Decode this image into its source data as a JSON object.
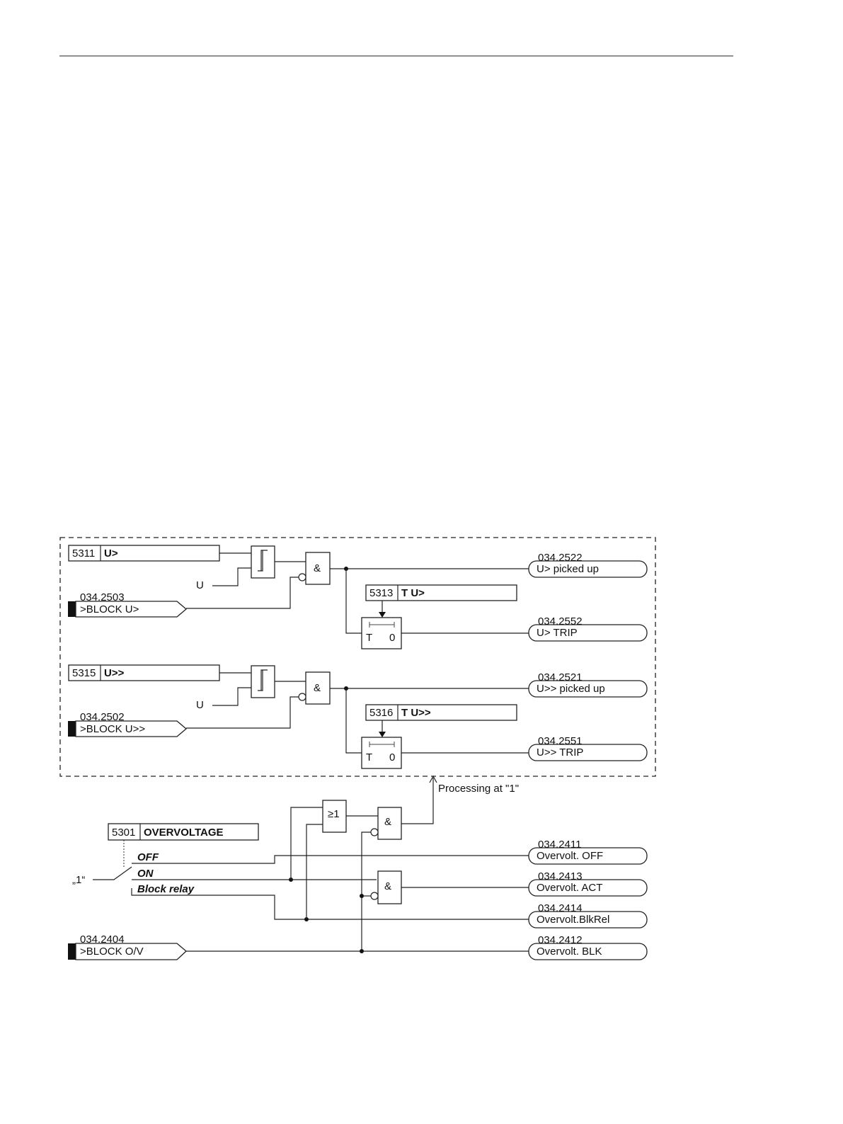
{
  "stage1": {
    "param_id": "5311",
    "param_name": "U>",
    "input_u": "U",
    "block_id": "034.2503",
    "block_label": ">BLOCK U>",
    "gate": "&",
    "timer_id": "5313",
    "timer_name": "T U>",
    "timer_t": "T",
    "timer_0": "0",
    "out_pickup_id": "034.2522",
    "out_pickup_label": "U> picked up",
    "out_trip_id": "034.2552",
    "out_trip_label": "U> TRIP"
  },
  "stage2": {
    "param_id": "5315",
    "param_name": "U>>",
    "input_u": "U",
    "block_id": "034.2502",
    "block_label": ">BLOCK U>>",
    "gate": "&",
    "timer_id": "5316",
    "timer_name": "T U>>",
    "timer_t": "T",
    "timer_0": "0",
    "out_pickup_id": "034.2521",
    "out_pickup_label": "U>> picked up",
    "out_trip_id": "034.2551",
    "out_trip_label": "U>> TRIP"
  },
  "processing_label": "Processing at \"1\"",
  "control": {
    "param_id": "5301",
    "param_name": "OVERVOLTAGE",
    "switch_input": "„1“",
    "opt_off": "OFF",
    "opt_on": "ON",
    "opt_block": "Block relay",
    "or_gate": "≥1",
    "and_gate": "&",
    "block_id": "034.2404",
    "block_label": ">BLOCK O/V"
  },
  "outputs": [
    {
      "id": "034.2411",
      "label": "Overvolt. OFF"
    },
    {
      "id": "034.2413",
      "label": "Overvolt. ACT"
    },
    {
      "id": "034.2414",
      "label": "Overvolt.BlkRel"
    },
    {
      "id": "034.2412",
      "label": "Overvolt. BLK"
    }
  ]
}
